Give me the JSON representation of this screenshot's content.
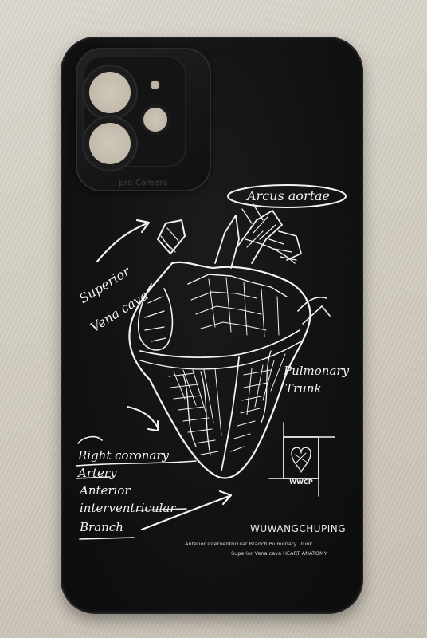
{
  "photo": {
    "subject": "black phone case",
    "camera_engraving": "pro Camera",
    "annotations": {
      "arcus": "Arcus aortae",
      "superior_line1": "Superior",
      "superior_line2": "Vena cava",
      "pulmonary_line1": "Pulmonary",
      "pulmonary_line2": "Trunk",
      "right_line1": "Right coronary",
      "right_line2": "Artery",
      "anterior_line1": "Anterior",
      "anterior_line2": "interventricular",
      "anterior_line3": "Branch"
    },
    "logo_text": "WWCP",
    "brand": "WUWANGCHUPING",
    "tagline_line1": "Anterior interventricular Branch Pulmonary Trunk",
    "tagline_line2": "Superior Vena cava HEART ANATOMY",
    "colors": {
      "case": "#121213",
      "print": "#f4f2ee",
      "background": "#d6d0c5"
    }
  }
}
